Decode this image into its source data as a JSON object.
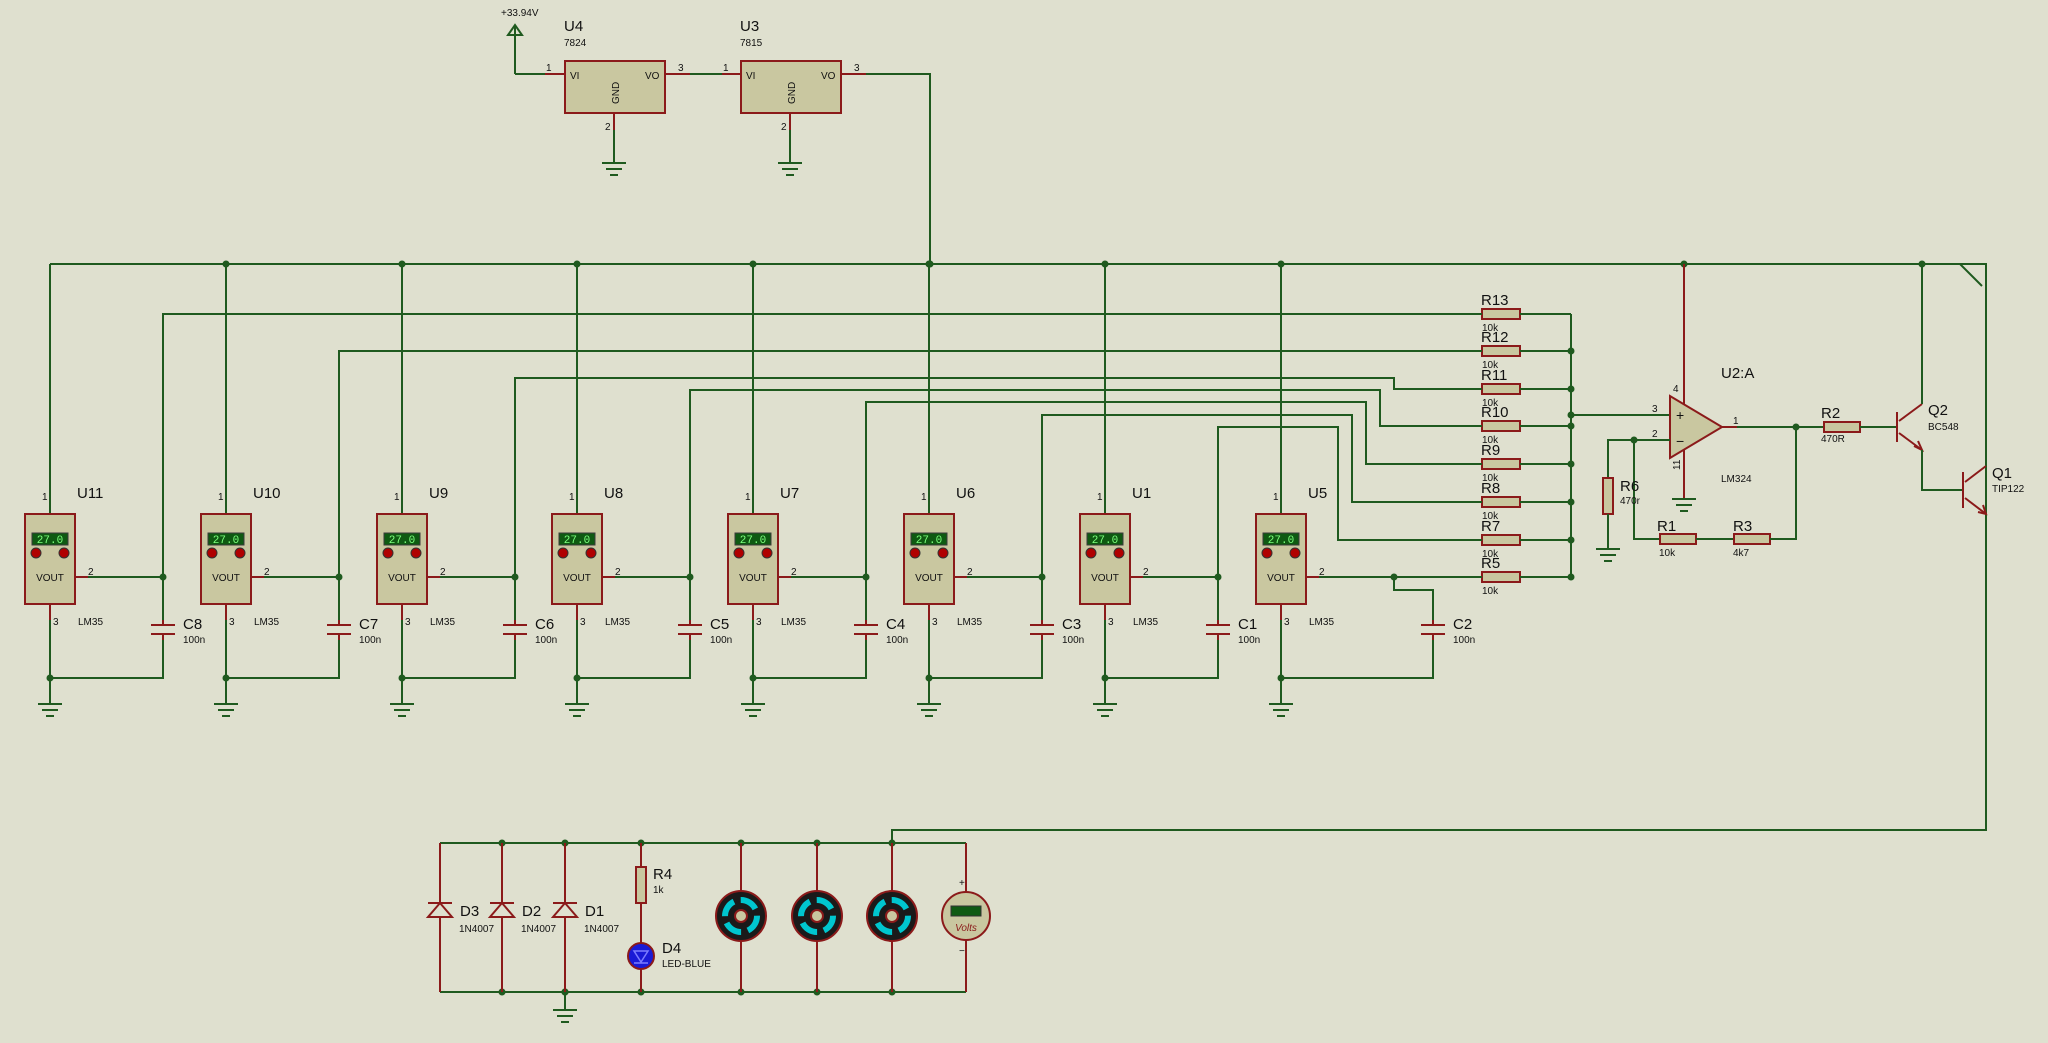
{
  "supply": {
    "voltage": "+33.94V"
  },
  "regulators": [
    {
      "ref": "U4",
      "part": "7824",
      "vi": "VI",
      "vo": "VO",
      "gnd": "GND",
      "p_in": "1",
      "p_out": "3",
      "p_gnd": "2"
    },
    {
      "ref": "U3",
      "part": "7815",
      "vi": "VI",
      "vo": "VO",
      "gnd": "GND",
      "p_in": "1",
      "p_out": "3",
      "p_gnd": "2"
    }
  ],
  "sensors": [
    {
      "ref": "U11",
      "part": "LM35",
      "display": "27.0",
      "pin_out": "VOUT",
      "p1": "1",
      "p2": "2",
      "p3": "3",
      "cap": "C8",
      "cap_value": "100n"
    },
    {
      "ref": "U10",
      "part": "LM35",
      "display": "27.0",
      "pin_out": "VOUT",
      "p1": "1",
      "p2": "2",
      "p3": "3",
      "cap": "C7",
      "cap_value": "100n"
    },
    {
      "ref": "U9",
      "part": "LM35",
      "display": "27.0",
      "pin_out": "VOUT",
      "p1": "1",
      "p2": "2",
      "p3": "3",
      "cap": "C6",
      "cap_value": "100n"
    },
    {
      "ref": "U8",
      "part": "LM35",
      "display": "27.0",
      "pin_out": "VOUT",
      "p1": "1",
      "p2": "2",
      "p3": "3",
      "cap": "C5",
      "cap_value": "100n"
    },
    {
      "ref": "U7",
      "part": "LM35",
      "display": "27.0",
      "pin_out": "VOUT",
      "p1": "1",
      "p2": "2",
      "p3": "3",
      "cap": "C4",
      "cap_value": "100n"
    },
    {
      "ref": "U6",
      "part": "LM35",
      "display": "27.0",
      "pin_out": "VOUT",
      "p1": "1",
      "p2": "2",
      "p3": "3",
      "cap": "C3",
      "cap_value": "100n"
    },
    {
      "ref": "U1",
      "part": "LM35",
      "display": "27.0",
      "pin_out": "VOUT",
      "p1": "1",
      "p2": "2",
      "p3": "3",
      "cap": "C1",
      "cap_value": "100n"
    },
    {
      "ref": "U5",
      "part": "LM35",
      "display": "27.0",
      "pin_out": "VOUT",
      "p1": "1",
      "p2": "2",
      "p3": "3",
      "cap": "C2",
      "cap_value": "100n"
    }
  ],
  "sum_resistors": [
    {
      "ref": "R13",
      "value": "10k"
    },
    {
      "ref": "R12",
      "value": "10k"
    },
    {
      "ref": "R11",
      "value": "10k"
    },
    {
      "ref": "R10",
      "value": "10k"
    },
    {
      "ref": "R9",
      "value": "10k"
    },
    {
      "ref": "R8",
      "value": "10k"
    },
    {
      "ref": "R7",
      "value": "10k"
    },
    {
      "ref": "R5",
      "value": "10k"
    }
  ],
  "opamp": {
    "ref": "U2:A",
    "part": "LM324",
    "plus": "+",
    "minus": "−",
    "p_plus": "3",
    "p_minus": "2",
    "p_out": "1",
    "p_vcc": "4",
    "p_vee": "11"
  },
  "feedback": {
    "r6": {
      "ref": "R6",
      "value": "470r"
    },
    "r1": {
      "ref": "R1",
      "value": "10k"
    },
    "r3": {
      "ref": "R3",
      "value": "4k7"
    },
    "r2": {
      "ref": "R2",
      "value": "470R"
    }
  },
  "transistors": [
    {
      "ref": "Q2",
      "part": "BC548"
    },
    {
      "ref": "Q1",
      "part": "TIP122"
    }
  ],
  "diodes": [
    {
      "ref": "D3",
      "part": "1N4007"
    },
    {
      "ref": "D2",
      "part": "1N4007"
    },
    {
      "ref": "D1",
      "part": "1N4007"
    }
  ],
  "led": {
    "r4": {
      "ref": "R4",
      "value": "1k"
    },
    "ref": "D4",
    "part": "LED-BLUE"
  },
  "voltmeter": {
    "unit": "Volts",
    "plus": "+",
    "minus": "−"
  },
  "colors": {
    "background": "#dfe0cf",
    "wire": "#1f5a1f",
    "component": "#8b1a1a",
    "fan_ring": "#00c6cf"
  }
}
